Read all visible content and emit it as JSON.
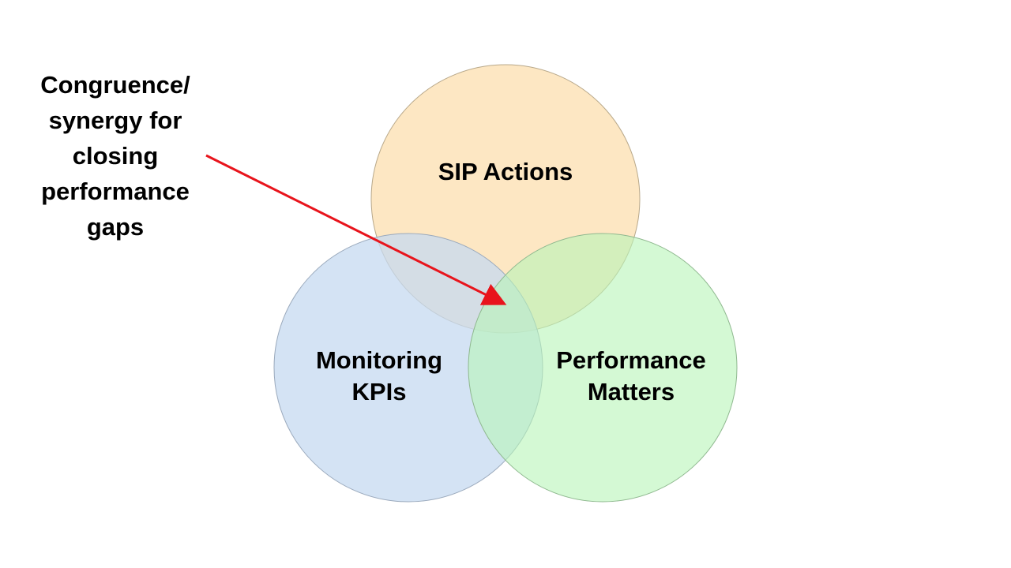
{
  "callout": {
    "lines": [
      "Congruence/",
      "synergy for",
      "closing",
      "performance",
      "gaps"
    ]
  },
  "circles": {
    "top": {
      "lines": [
        "SIP Actions"
      ],
      "fill": "#FDE3B8",
      "stroke": "#B8A88A"
    },
    "left": {
      "lines": [
        "Monitoring",
        "KPIs"
      ],
      "fill": "#C6D9F0",
      "stroke": "#9AA9BC"
    },
    "right": {
      "lines": [
        "Performance",
        "Matters"
      ],
      "fill": "#B8F5B8",
      "stroke": "#8FB88F"
    }
  },
  "arrow": {
    "color": "#E8141C"
  }
}
